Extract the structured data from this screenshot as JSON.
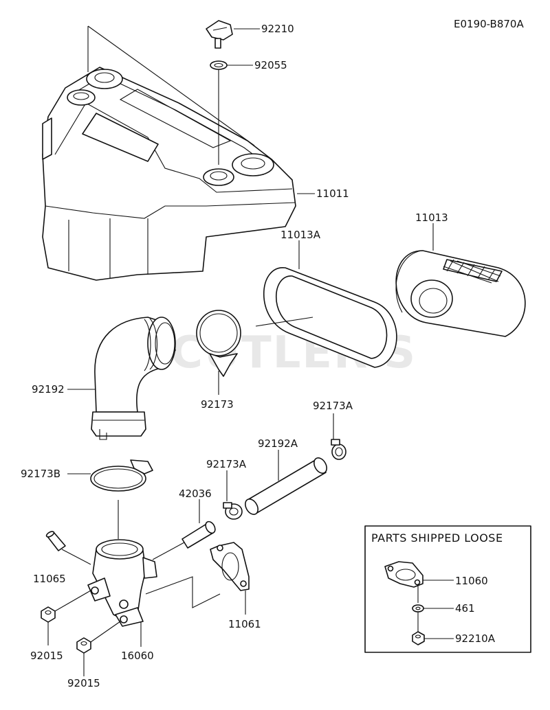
{
  "diagram": {
    "code": "E0190-B870A",
    "watermark": "CUTLER'S",
    "box_title": "PARTS SHIPPED LOOSE",
    "labels": {
      "p92210": "92210",
      "p92055": "92055",
      "p11011": "11011",
      "p11013": "11013",
      "p11013A": "11013A",
      "p92192": "92192",
      "p92173": "92173",
      "p92173A_top": "92173A",
      "p92192A": "92192A",
      "p92173A_mid": "92173A",
      "p92173B": "92173B",
      "p42036": "42036",
      "p11065": "11065",
      "p11061": "11061",
      "p92015_a": "92015",
      "p16060": "16060",
      "p92015_b": "92015",
      "p11060": "11060",
      "p461": "461",
      "p92210A": "92210A"
    }
  }
}
